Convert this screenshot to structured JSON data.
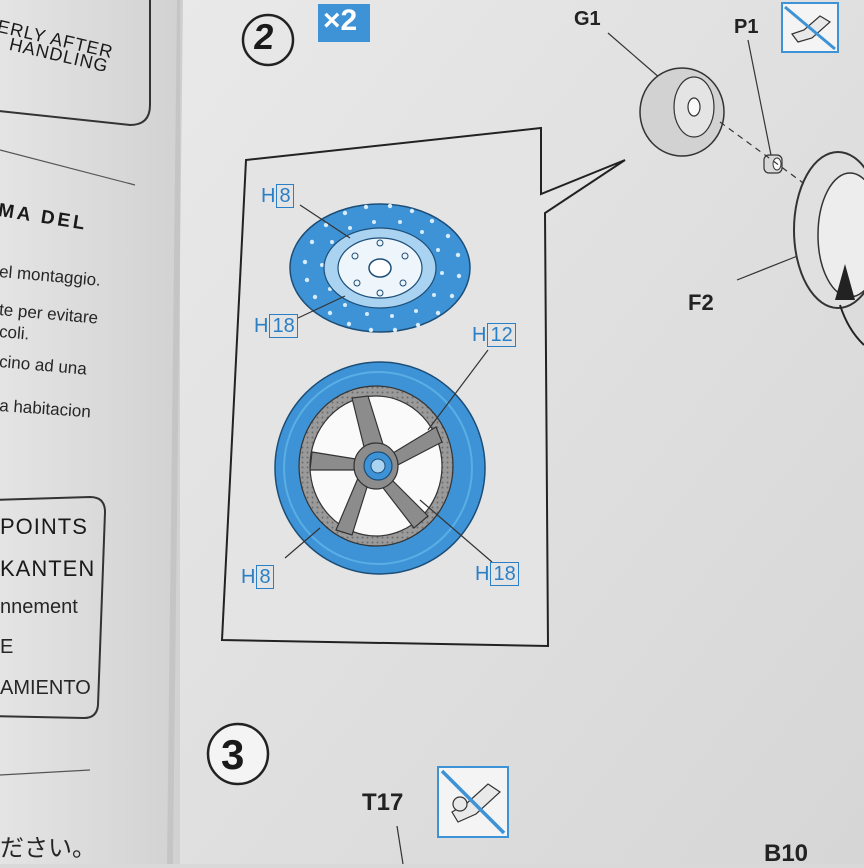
{
  "left_page": {
    "top_box_lines": [
      "ERLY AFTER",
      "HANDLING"
    ],
    "heading_fragment": "MA  DEL",
    "italian_lines": [
      "el montaggio.",
      "te per evitare",
      "coli.",
      "cino ad una",
      "a habitacion"
    ],
    "warning_box_lines": [
      "POINTS",
      "KANTEN",
      "nnement",
      "E",
      "AMIENTO"
    ],
    "japanese_fragment": "ださい。"
  },
  "step2": {
    "number": "2",
    "multiplier": "×2",
    "rotor_refs": [
      {
        "letter": "H",
        "number": "8"
      },
      {
        "letter": "H",
        "number": "18"
      }
    ],
    "wheel_refs": [
      {
        "letter": "H",
        "number": "12"
      },
      {
        "letter": "H",
        "number": "8"
      },
      {
        "letter": "H",
        "number": "18"
      }
    ],
    "parts": [
      "G1",
      "P1",
      "F2"
    ]
  },
  "step3": {
    "number": "3",
    "parts": [
      "T17",
      "B10"
    ]
  },
  "colors": {
    "accent_blue": "#3d93d6",
    "light_blue": "#a9d3f0",
    "paper": "#e6e6e6"
  },
  "icons": [
    "no-glue-icon"
  ]
}
